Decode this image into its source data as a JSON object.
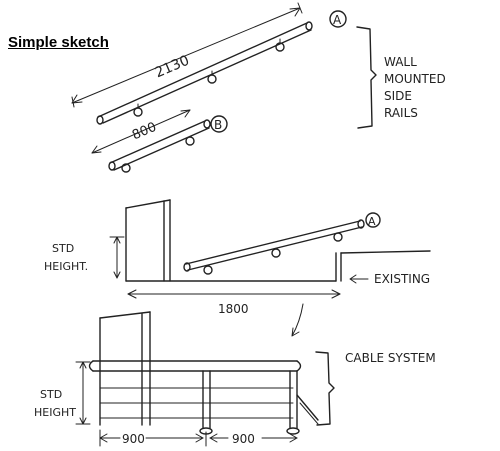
{
  "heading": "Simple sketch",
  "top_section": {
    "rail_a_dimension": "2130",
    "rail_a_marker": "A",
    "rail_b_dimension": "800",
    "rail_b_marker": "B",
    "bracket_label_lines": [
      "WALL",
      "MOUNTED",
      "SIDE",
      "RAILS"
    ]
  },
  "middle_section": {
    "height_label_lines": [
      "STD",
      "HEIGHT."
    ],
    "rail_marker": "A",
    "width_dimension": "1800",
    "existing_label": "EXISTING"
  },
  "bottom_section": {
    "cable_label": "CABLE SYSTEM",
    "height_label_lines": [
      "STD",
      "HEIGHT"
    ],
    "span_left": "900",
    "span_right": "900"
  }
}
